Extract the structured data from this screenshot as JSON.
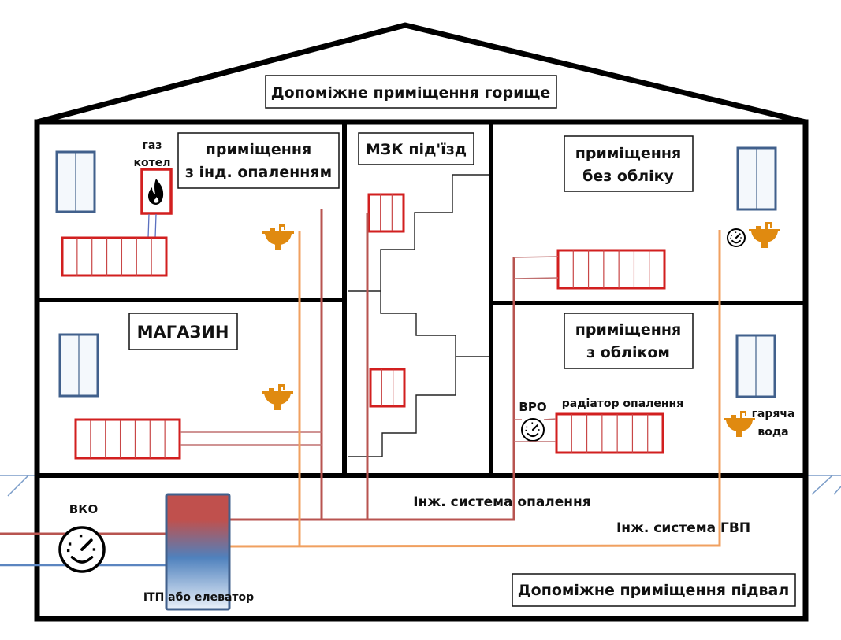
{
  "title": "Схема інженерних систем будинку",
  "colors": {
    "walls": "#000000",
    "radiator": "#d21f1f",
    "heating_pipe": "#b85450",
    "hot_water_pipe": "#f0a060",
    "cold_pipe": "#5b85c0",
    "window": "#41608c",
    "sink": "#e08a10"
  },
  "labels": {
    "attic": "Допоміжне приміщення горище",
    "basement": "Допоміжне приміщення підвал",
    "room_individual_line1": "приміщення",
    "room_individual_line2": "з інд. опаленням",
    "stairwell": "МЗК під'їзд",
    "room_no_meter_line1": "приміщення",
    "room_no_meter_line2": "без обліку",
    "shop": "МАГАЗИН",
    "room_metered_line1": "приміщення",
    "room_metered_line2": "з обліком",
    "gas_boiler_line1": "газ",
    "gas_boiler_line2": "котел",
    "vro": "ВРО",
    "radiator": "радіатор опалення",
    "hot_water_line1": "гаряча",
    "hot_water_line2": "вода",
    "vko": "ВКО",
    "itp": "ІТП або елеватор",
    "heating_system": "Інж. система опалення",
    "hw_system": "Інж. система ГВП"
  },
  "icons": {
    "flame": "flame-icon",
    "meter": "meter-gauge-icon",
    "sink": "sink-icon",
    "window": "window-icon",
    "radiator": "radiator-icon"
  }
}
